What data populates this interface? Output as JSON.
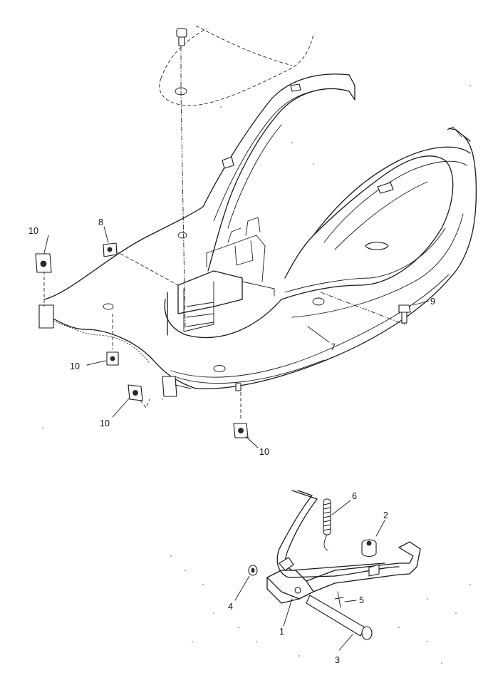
{
  "diagram": {
    "callouts": [
      {
        "id": "c1",
        "text": "1"
      },
      {
        "id": "c2",
        "text": "2"
      },
      {
        "id": "c3",
        "text": "3"
      },
      {
        "id": "c4",
        "text": "4"
      },
      {
        "id": "c5",
        "text": "5"
      },
      {
        "id": "c6",
        "text": "6"
      },
      {
        "id": "c7",
        "text": "7"
      },
      {
        "id": "c8",
        "text": "8"
      },
      {
        "id": "c9",
        "text": "9"
      },
      {
        "id": "c10a",
        "text": "10"
      },
      {
        "id": "c10b",
        "text": "10"
      },
      {
        "id": "c10c",
        "text": "10"
      },
      {
        "id": "c10d",
        "text": "10"
      }
    ]
  }
}
